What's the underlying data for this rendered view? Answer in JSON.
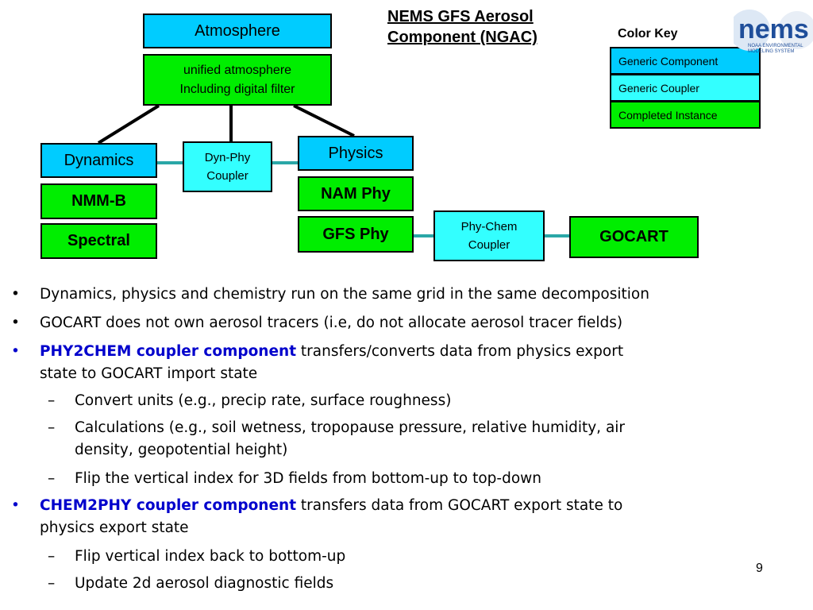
{
  "title": {
    "line1": "NEMS GFS Aerosol",
    "line2": "Component (NGAC)"
  },
  "color_key": {
    "title": "Color Key",
    "items": [
      {
        "label": "Generic Component",
        "color": "#00ccff"
      },
      {
        "label": "Generic Coupler",
        "color": "#33ffff"
      },
      {
        "label": "Completed Instance",
        "color": "#00ee00"
      }
    ]
  },
  "logo": {
    "text_main": "nems",
    "text_sub1": "NOAA ENVIRONMENTAL",
    "text_sub2": "MODELING SYSTEM"
  },
  "diagram": {
    "atmosphere": "Atmosphere",
    "unified_line1": "unified atmosphere",
    "unified_line2": "Including digital filter",
    "dynamics": "Dynamics",
    "nmmb": "NMM-B",
    "spectral": "Spectral",
    "dynphy_line1": "Dyn-Phy",
    "dynphy_line2": "Coupler",
    "physics": "Physics",
    "namphy": "NAM Phy",
    "gfsphy": "GFS Phy",
    "phychem_line1": "Phy-Chem",
    "phychem_line2": "Coupler",
    "gocart": "GOCART"
  },
  "bullets": {
    "b1": "Dynamics, physics and chemistry run on the same grid in the same decomposition",
    "b2": "GOCART does not own aerosol tracers (i.e, do not allocate aerosol tracer fields)",
    "b3_highlight": "PHY2CHEM coupler component",
    "b3_line1_rest": " transfers/converts data from physics export",
    "b3_line2": "state to GOCART import state",
    "b3_sub1": "Convert units (e.g., precip rate, surface roughness)",
    "b3_sub2_line1": "Calculations (e.g., soil wetness, tropopause pressure, relative humidity, air",
    "b3_sub2_line2": "density, geopotential height)",
    "b3_sub3": "Flip the vertical index for 3D fields from bottom-up to top-down",
    "b4_highlight": "CHEM2PHY coupler component",
    "b4_line1_rest": " transfers data from GOCART export state to",
    "b4_line2": "physics export state",
    "b4_sub1": "Flip vertical index back to bottom-up",
    "b4_sub2": "Update 2d aerosol diagnostic fields"
  },
  "page_number": "9"
}
